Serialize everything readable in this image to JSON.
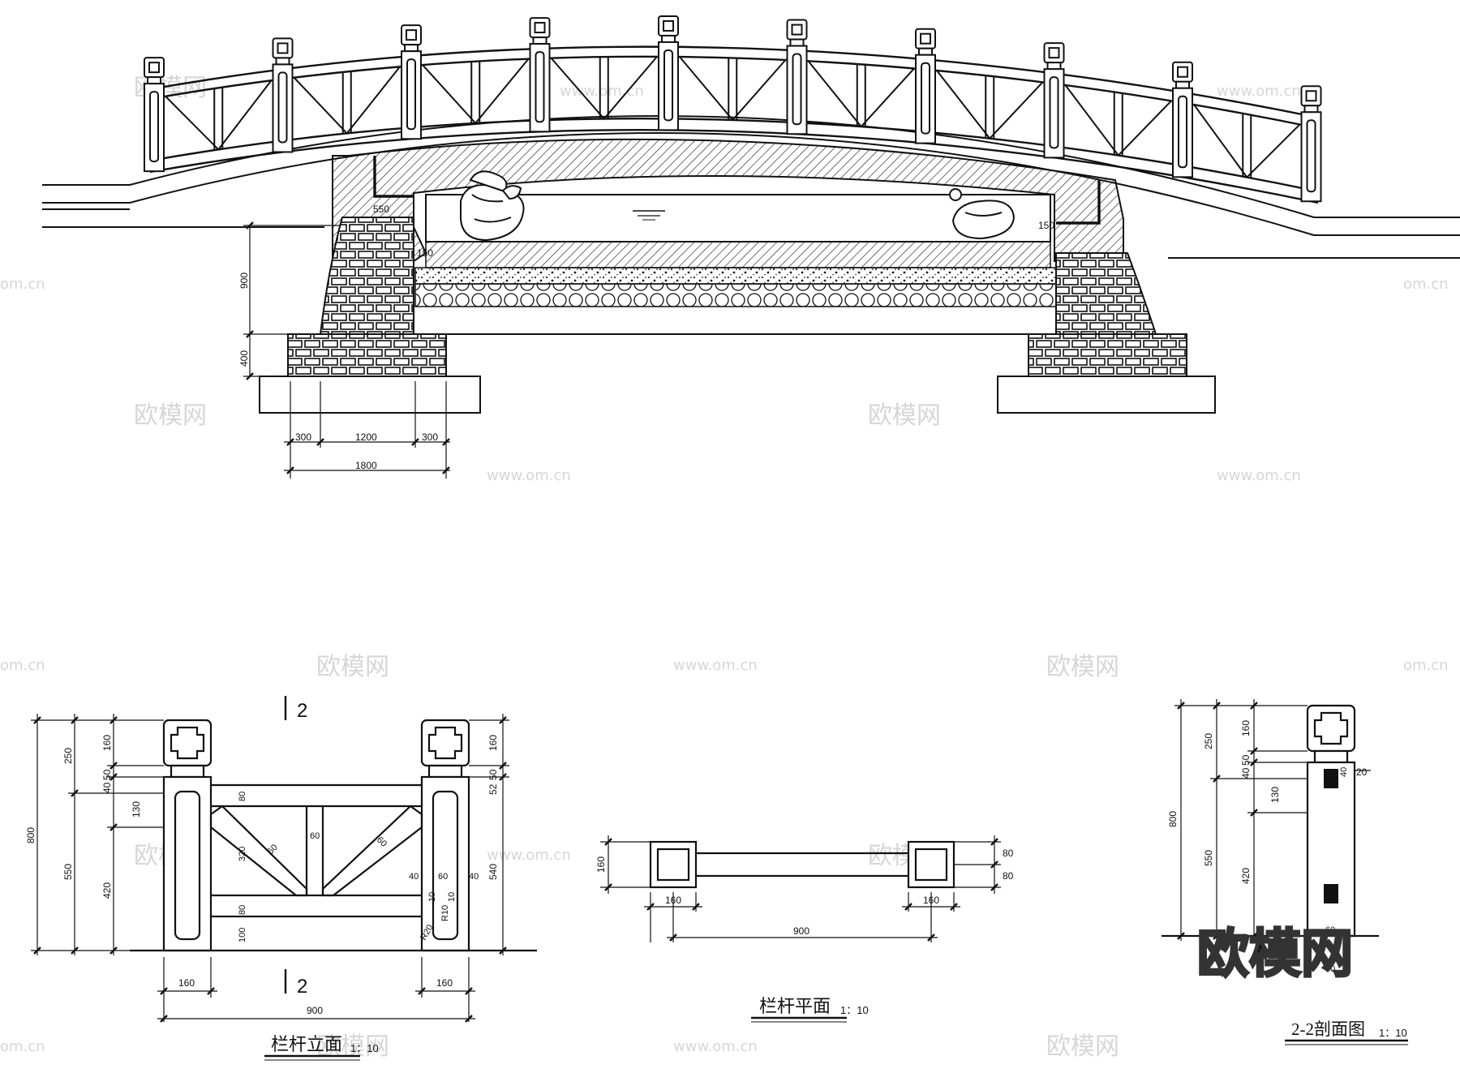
{
  "drawing": {
    "elevation": {
      "dims_horizontal": [
        "300",
        "1200",
        "300",
        "1800"
      ],
      "dims_vertical": [
        "900",
        "400"
      ],
      "small_dims": [
        "550",
        "150",
        "150"
      ]
    },
    "railing_elevation": {
      "title": "栏杆立面",
      "scale": "1：10",
      "section_mark": "2",
      "left_dims_outer": [
        "800"
      ],
      "left_dims_mid": [
        "250",
        "550"
      ],
      "left_dims_inner": [
        "160",
        "50",
        "40",
        "130",
        "420"
      ],
      "right_dims_inner": [
        "160",
        "50",
        "52"
      ],
      "right_dims_outer": [
        "540"
      ],
      "interior_dims": [
        "80",
        "80",
        "100",
        "320",
        "60",
        "60",
        "60",
        "40",
        "60",
        "40",
        "10",
        "10",
        "R10",
        "R20"
      ],
      "bottom_dims": [
        "160",
        "160",
        "900"
      ]
    },
    "railing_plan": {
      "title": "栏杆平面",
      "scale": "1：10",
      "dims": [
        "160",
        "160",
        "160",
        "900",
        "80",
        "80"
      ]
    },
    "section_2_2": {
      "title": "2-2剖面图",
      "scale": "1：10",
      "dims_outer": [
        "800"
      ],
      "dims_mid": [
        "250",
        "550"
      ],
      "dims_inner": [
        "160",
        "50",
        "40",
        "130",
        "420"
      ],
      "small_dims": [
        "40",
        "20",
        "60",
        "60"
      ]
    },
    "watermarks": [
      "欧模网",
      "www.om.cn",
      "om.cn"
    ]
  }
}
